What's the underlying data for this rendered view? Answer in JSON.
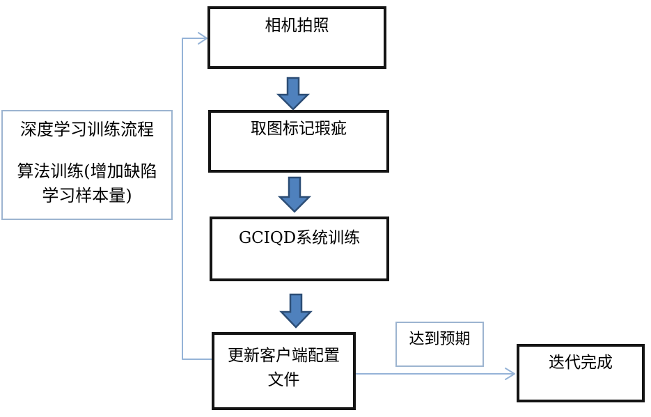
{
  "diagram": {
    "nodes": {
      "camera": {
        "label": "相机拍照"
      },
      "mark_defects": {
        "label": "取图标记瑕疵"
      },
      "gciqd_training": {
        "label": "GCIQD系统训练"
      },
      "update_client_config": {
        "lines": [
          "更新客户端配置",
          "文件"
        ]
      },
      "expectation_label": {
        "label": "达到预期"
      },
      "iteration_complete": {
        "label": "迭代完成"
      },
      "process_note": {
        "lines": [
          "深度学习训练流程",
          "算法训练(增加缺陷",
          "学习样本量)"
        ]
      }
    },
    "colors": {
      "block_arrow_fill": "#4f81bd",
      "block_arrow_stroke": "#2c4d75",
      "connector_line": "#95b3d7",
      "thick_box_border": "#141414",
      "thin_box_border": "#9cb4d0",
      "text": "#000000",
      "background": "#ffffff"
    }
  }
}
